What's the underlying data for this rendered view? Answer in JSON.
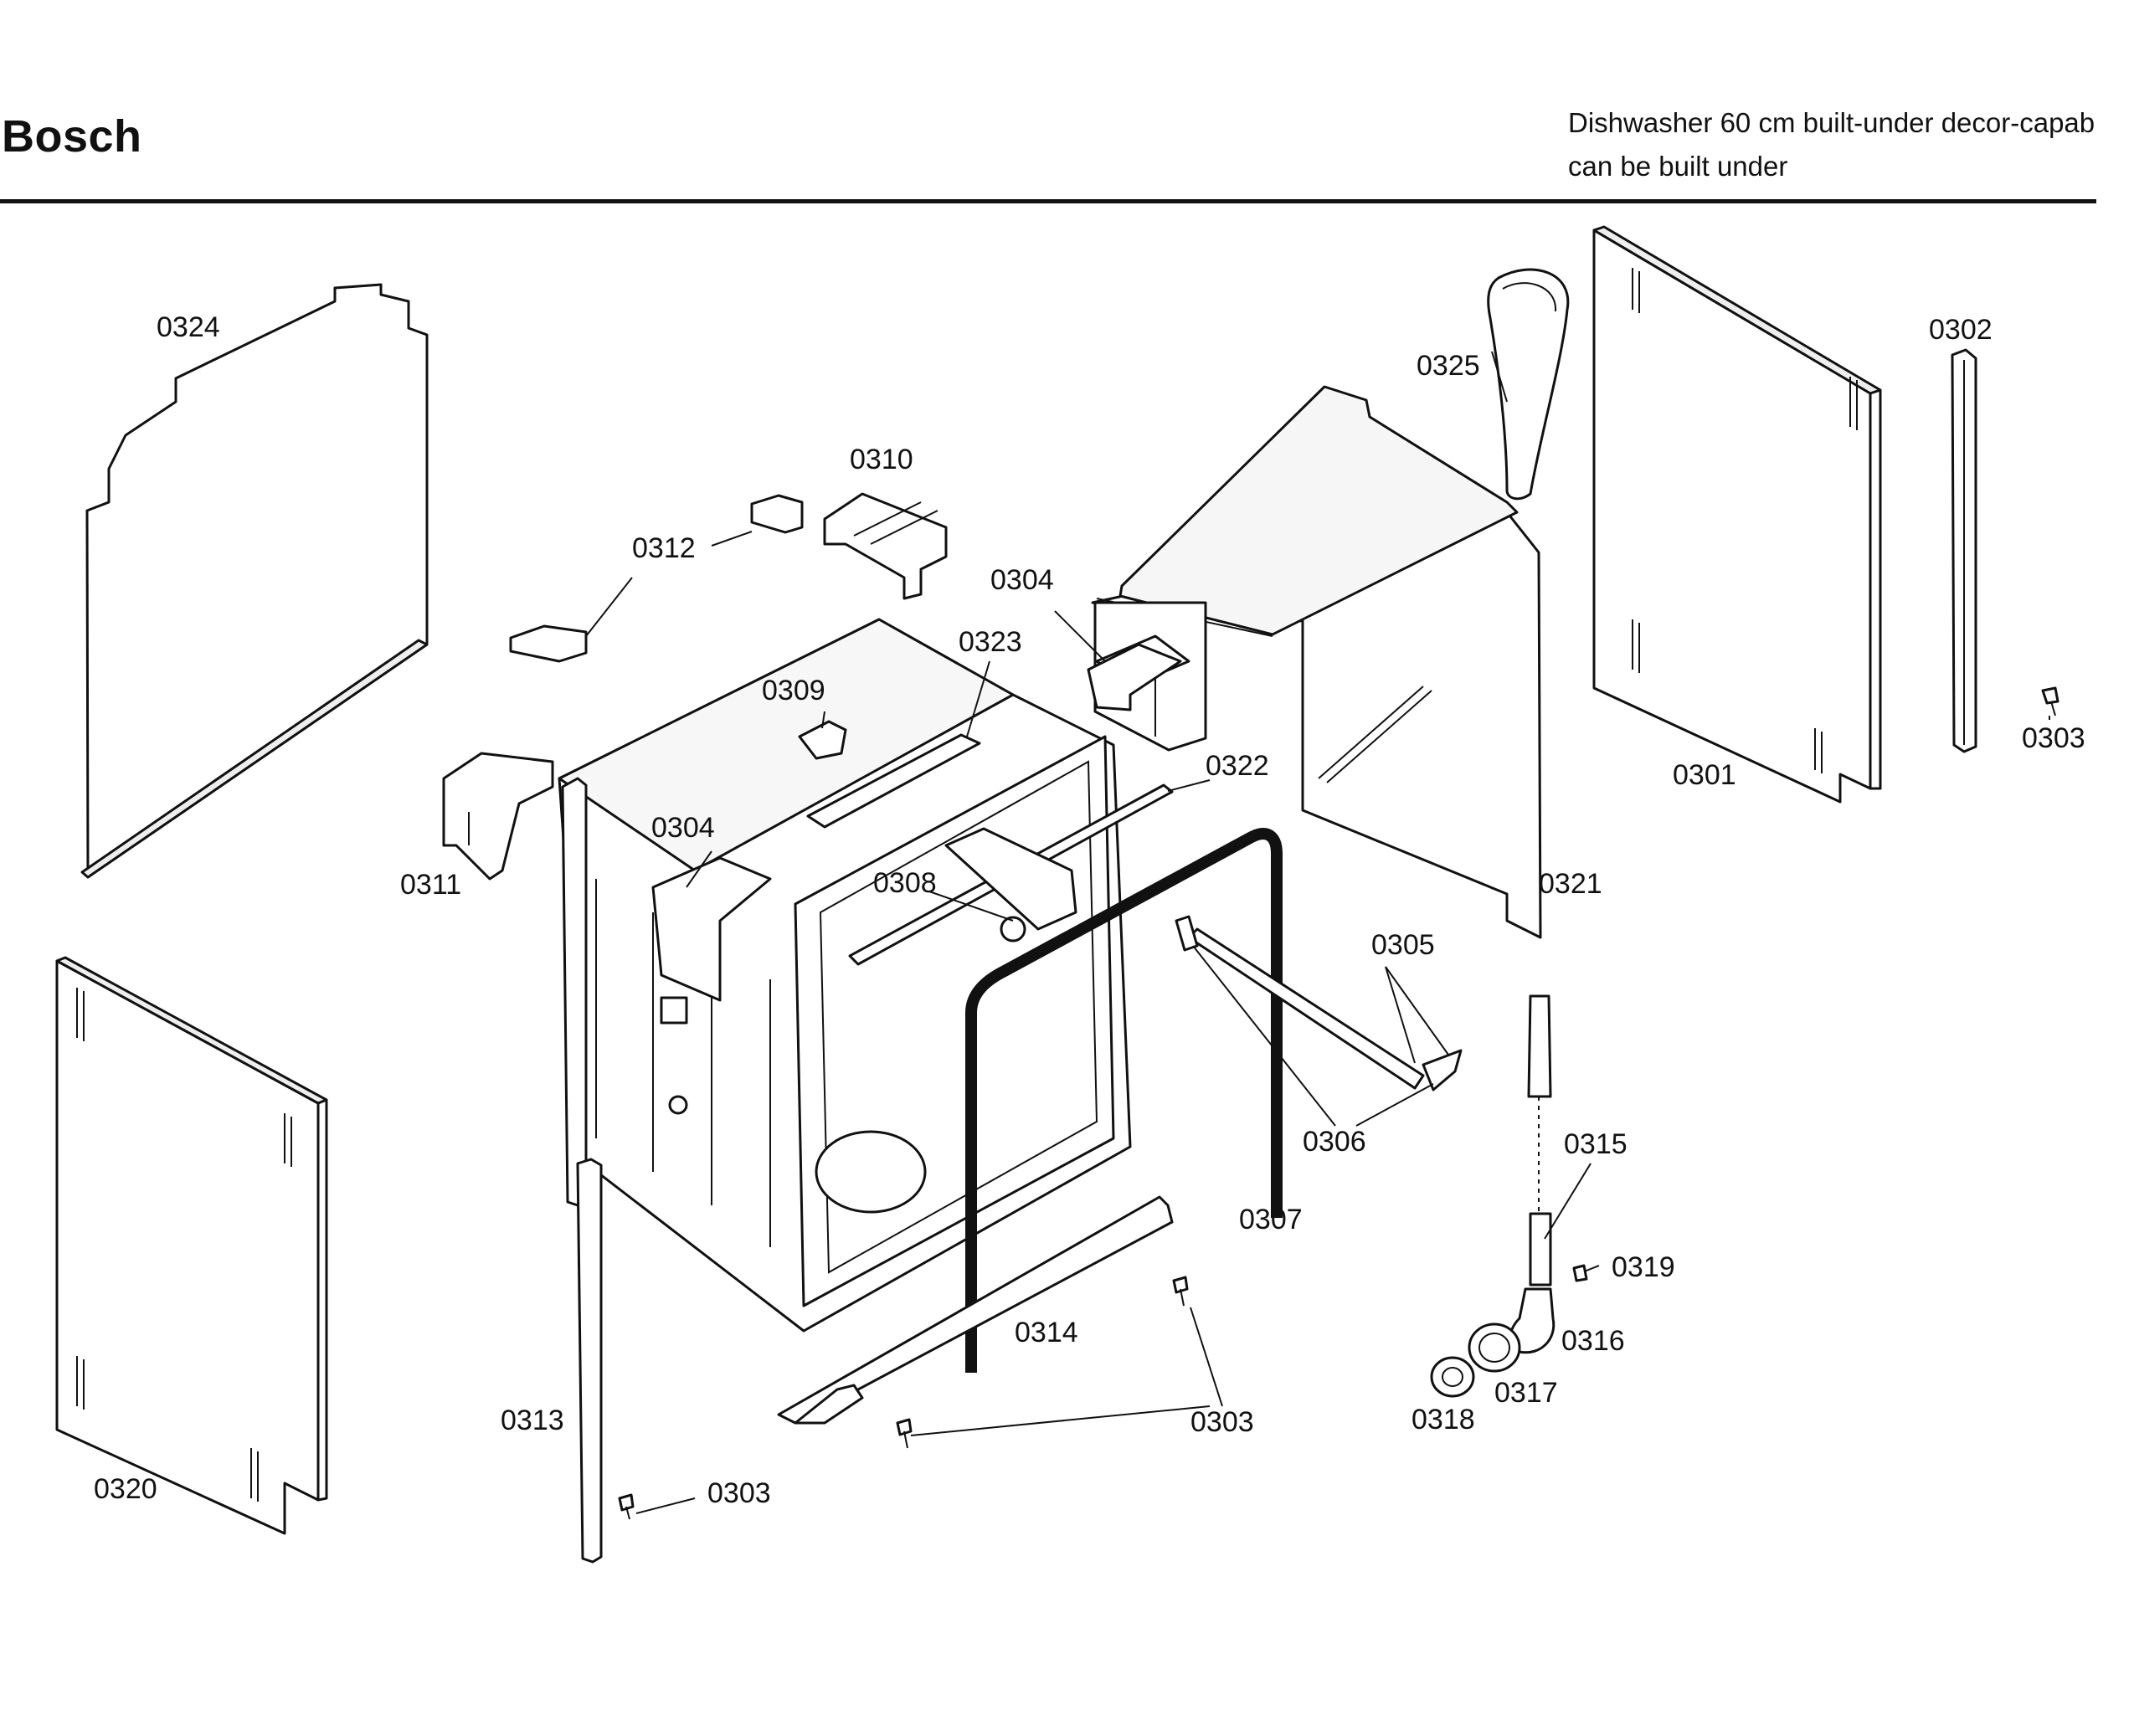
{
  "header": {
    "brand": "Bosch",
    "description_line1": "Dishwasher 60 cm built-under decor-capab",
    "description_line2": "can be built under"
  },
  "diagram": {
    "callouts": [
      {
        "id": "c0324",
        "text": "0324"
      },
      {
        "id": "c0310",
        "text": "0310"
      },
      {
        "id": "c0312",
        "text": "0312"
      },
      {
        "id": "c0304a",
        "text": "0304"
      },
      {
        "id": "c0323",
        "text": "0323"
      },
      {
        "id": "c0309",
        "text": "0309"
      },
      {
        "id": "c0325",
        "text": "0325"
      },
      {
        "id": "c0302",
        "text": "0302"
      },
      {
        "id": "c0303a",
        "text": "0303"
      },
      {
        "id": "c0301",
        "text": "0301"
      },
      {
        "id": "c0322",
        "text": "0322"
      },
      {
        "id": "c0304b",
        "text": "0304"
      },
      {
        "id": "c0311",
        "text": "0311"
      },
      {
        "id": "c0308",
        "text": "0308"
      },
      {
        "id": "c0321",
        "text": "0321"
      },
      {
        "id": "c0305",
        "text": "0305"
      },
      {
        "id": "c0306",
        "text": "0306"
      },
      {
        "id": "c0315",
        "text": "0315"
      },
      {
        "id": "c0307",
        "text": "0307"
      },
      {
        "id": "c0319",
        "text": "0319"
      },
      {
        "id": "c0314",
        "text": "0314"
      },
      {
        "id": "c0316",
        "text": "0316"
      },
      {
        "id": "c0317",
        "text": "0317"
      },
      {
        "id": "c0318",
        "text": "0318"
      },
      {
        "id": "c0313",
        "text": "0313"
      },
      {
        "id": "c0303b",
        "text": "0303"
      },
      {
        "id": "c0320",
        "text": "0320"
      },
      {
        "id": "c0303c",
        "text": "0303"
      }
    ]
  }
}
